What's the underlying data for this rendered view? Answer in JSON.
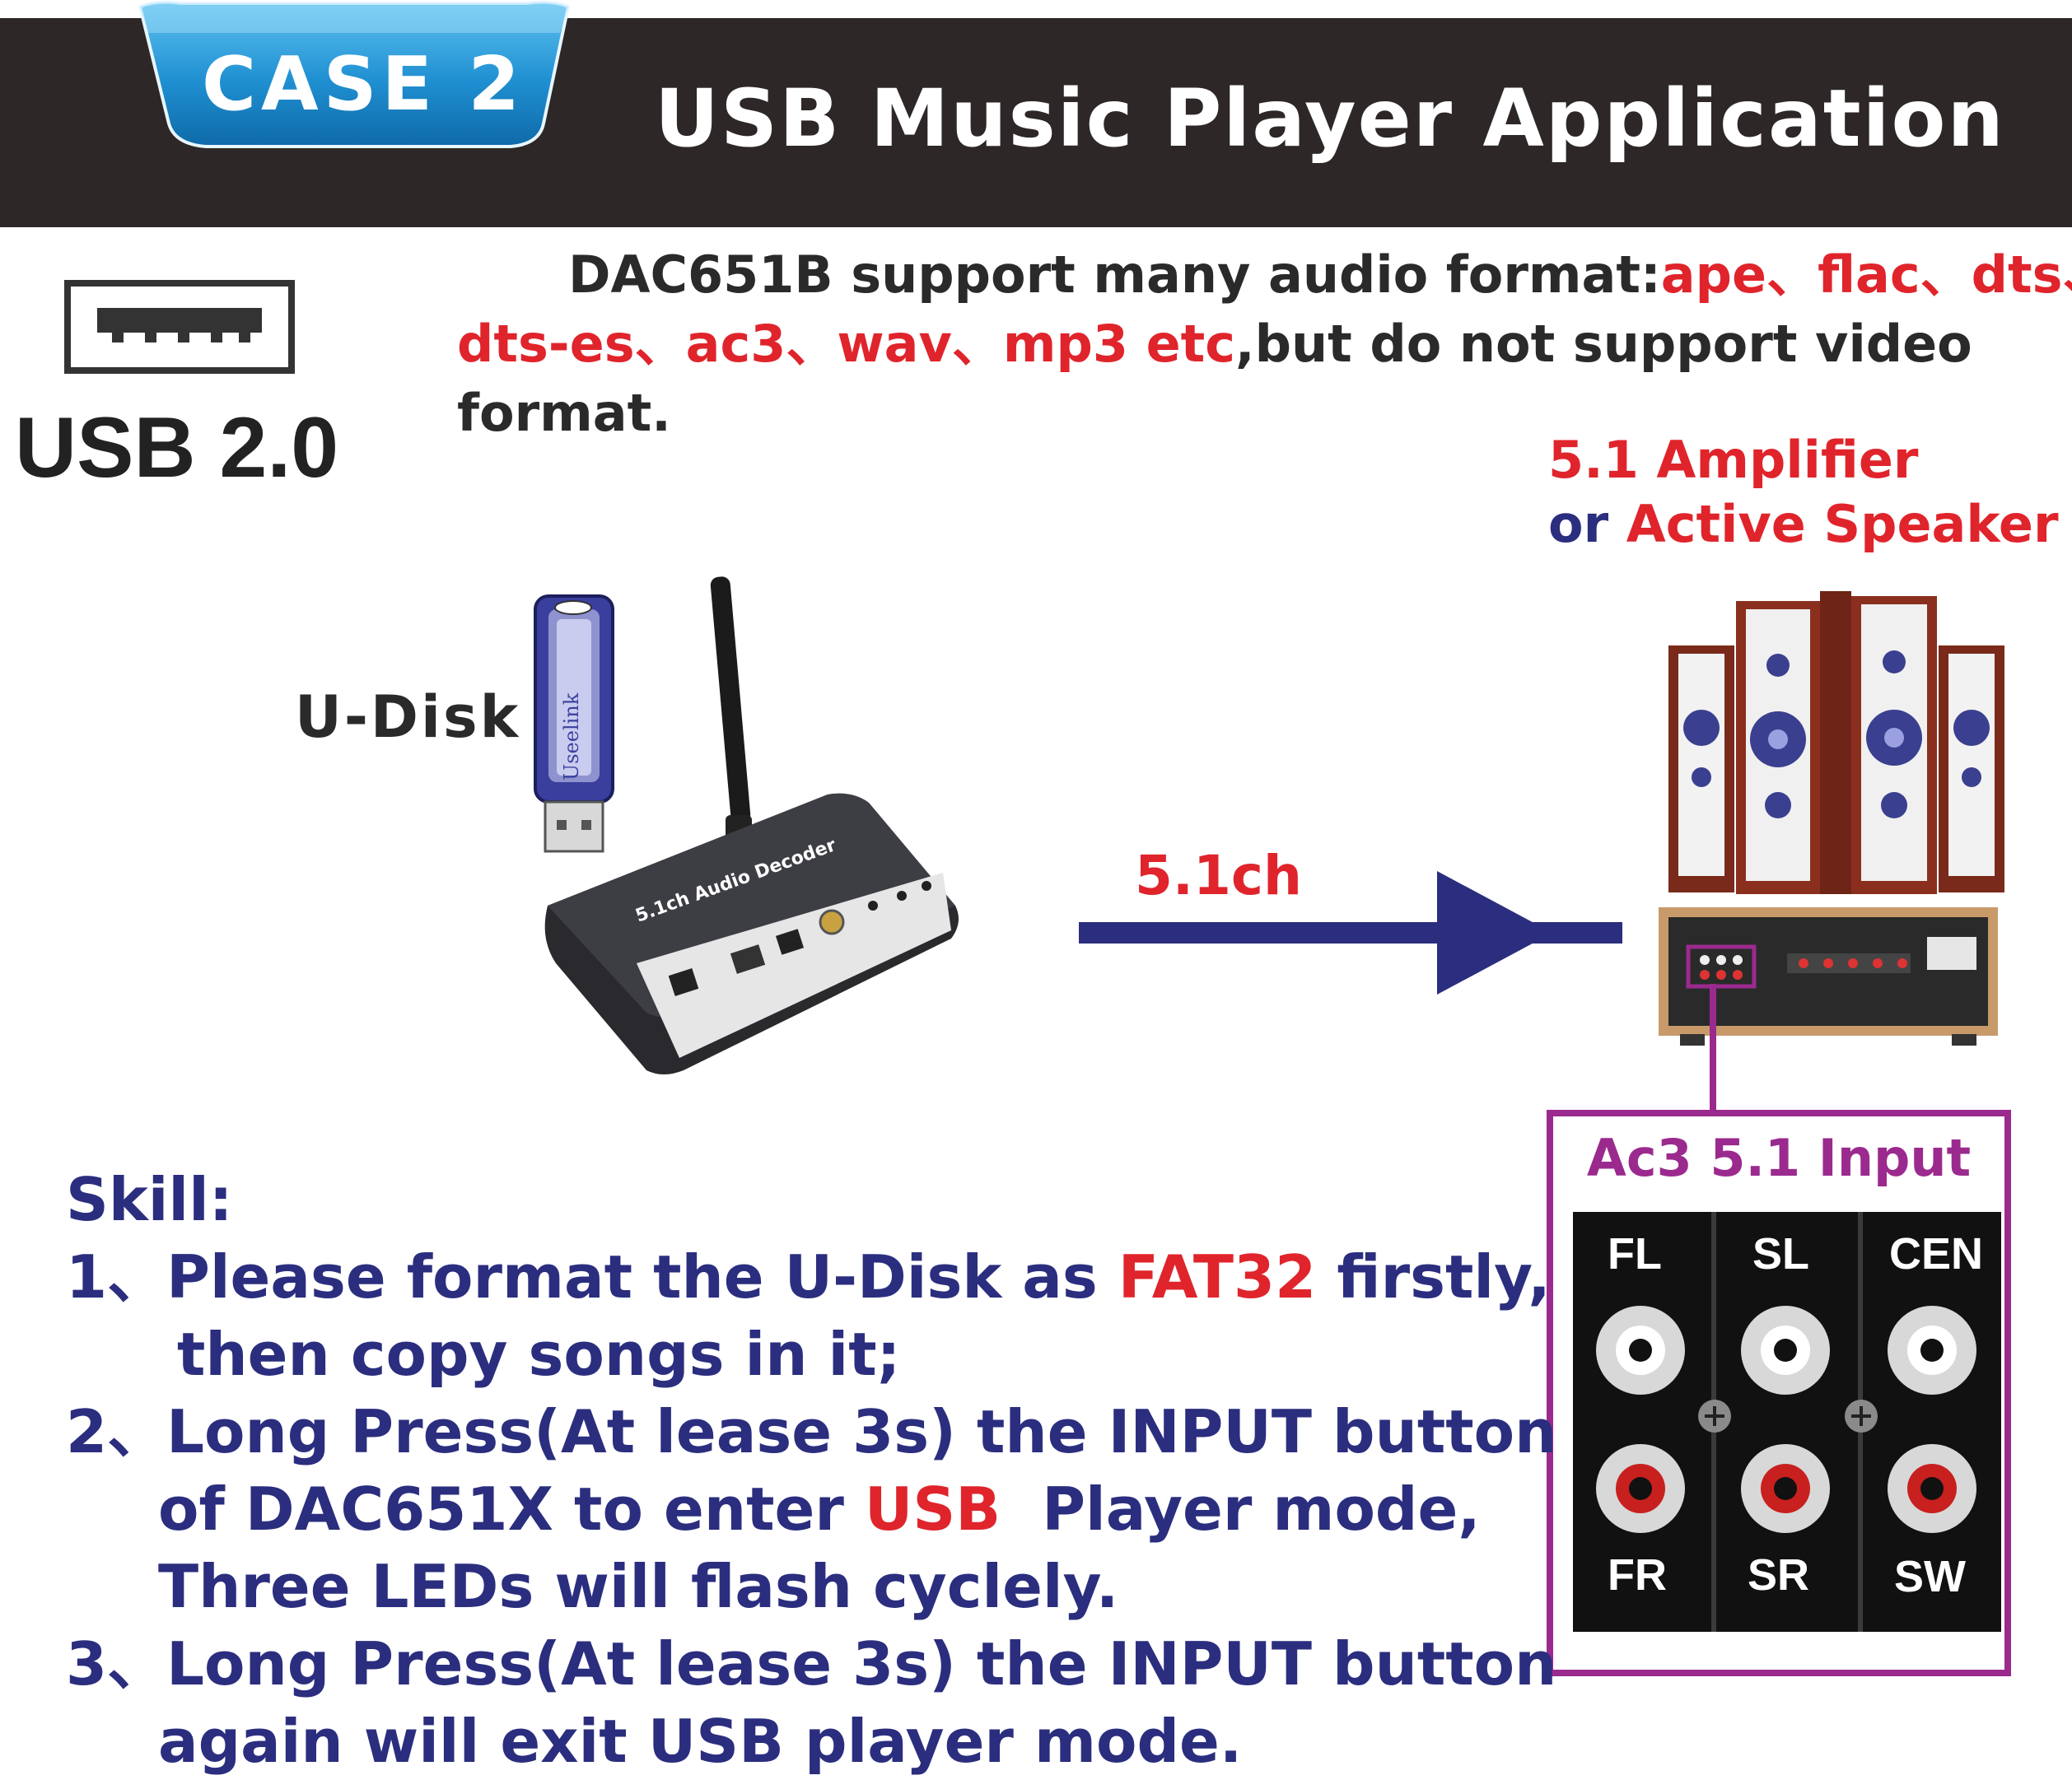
{
  "header": {
    "case_label": "CASE 2",
    "title": "USB Music Player Application"
  },
  "usb": {
    "label": "USB 2.0",
    "icon": "usb-port-icon"
  },
  "intro": {
    "prefix": "DAC651B support many audio format:",
    "formats_line1": "ape、flac、dts、",
    "formats_line2": "dts-es、ac3、wav、mp3 etc",
    "suffix_line2": ",but do not support video",
    "suffix_line3": "format."
  },
  "amplifier": {
    "line1": "5.1 Amplifier",
    "line2_prefix": "or ",
    "line2_highlight": "Active Speaker"
  },
  "udisk": {
    "label": "U-Disk",
    "brand": "Useelink"
  },
  "decoder": {
    "device_text": "5.1ch Audio Decoder"
  },
  "connection": {
    "label": "5.1ch"
  },
  "panel": {
    "title": "Ac3 5.1 Input",
    "channels_top": [
      "FL",
      "SL",
      "CEN"
    ],
    "channels_bottom": [
      "FR",
      "SR",
      "SW"
    ]
  },
  "skill": {
    "heading": "Skill:",
    "step1_a": "1、Please format the U-Disk as ",
    "step1_highlight": "FAT32",
    "step1_b": " firstly,",
    "step1_c": "then copy songs in it;",
    "step2_a": "2、Long Press(At lease 3s) the INPUT button",
    "step2_b": "of DAC651X to enter ",
    "step2_highlight": "USB",
    "step2_c": "  Player mode,",
    "step2_d": "Three LEDs will flash cyclely.",
    "step3_a": "3、Long Press(At lease 3s) the INPUT button",
    "step3_b": "again will exit USB player mode."
  },
  "colors": {
    "banner": "#2d2727",
    "tab": "#1f8fd1",
    "red": "#e0242b",
    "navy": "#2b2e7e",
    "purple": "#9b2a8e"
  }
}
